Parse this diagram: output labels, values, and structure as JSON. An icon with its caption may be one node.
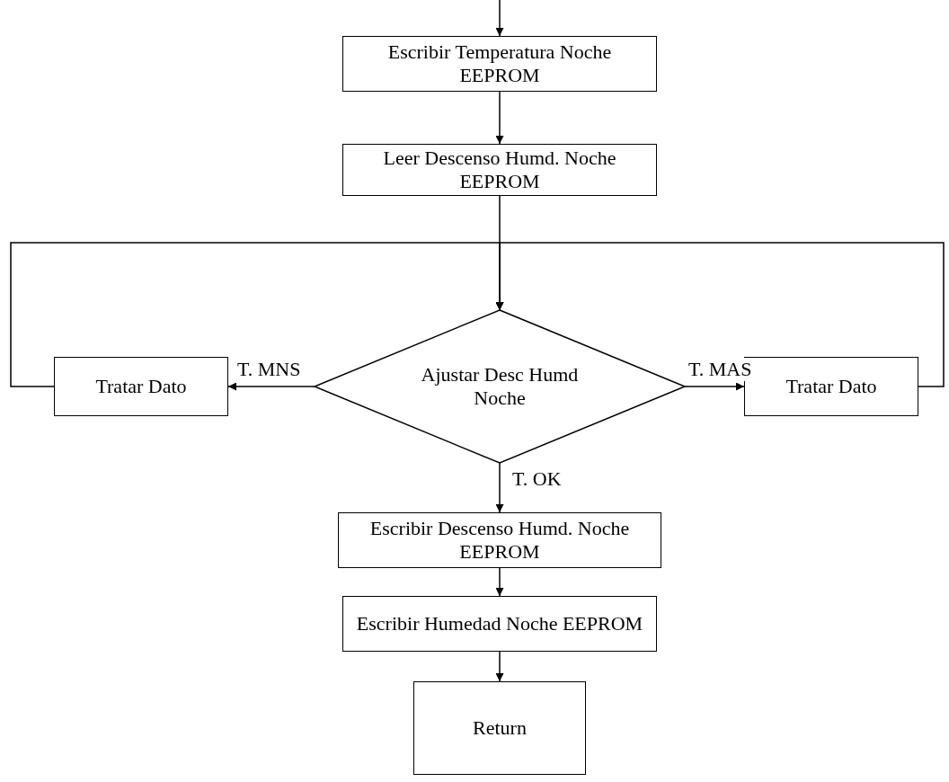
{
  "diagram": {
    "nodes": [
      {
        "text": [
          "Escribir Temperatura Noche EEPROM"
        ]
      },
      {
        "text": [
          "Leer Descenso Humd. Noche EEPROM"
        ]
      },
      {
        "text": [
          "Ajustar Desc Humd Noche"
        ]
      },
      {
        "text": [
          "Tratar Dato"
        ]
      },
      {
        "text": [
          "Tratar Dato"
        ]
      },
      {
        "text": [
          "Escribir Descenso Humd. Noche EEPROM"
        ]
      },
      {
        "text": [
          "Escribir Humedad Noche EEPROM"
        ]
      },
      {
        "text": [
          "Return"
        ]
      }
    ],
    "edges": [
      {
        "from": null,
        "to": 0,
        "arrow": "to"
      },
      {
        "from": 0,
        "to": 1,
        "arrow": "to"
      },
      {
        "from": 1,
        "to": 2,
        "arrow": "to"
      },
      {
        "from": 2,
        "to": 3,
        "arrow": "to",
        "label": "T. MNS"
      },
      {
        "from": 2,
        "to": 4,
        "arrow": "to",
        "label": "T. MAS"
      },
      {
        "from": 3,
        "to": 2,
        "arrow": "to"
      },
      {
        "from": 4,
        "to": 2,
        "arrow": "to"
      },
      {
        "from": 2,
        "to": 5,
        "arrow": "to",
        "label": "T. OK"
      },
      {
        "from": 5,
        "to": 6,
        "arrow": "to"
      },
      {
        "from": 6,
        "to": 7,
        "arrow": "to"
      }
    ]
  }
}
